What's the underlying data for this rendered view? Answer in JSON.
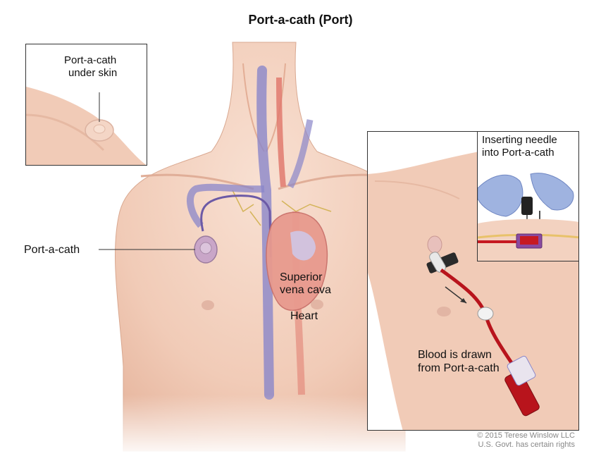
{
  "title": "Port-a-cath (Port)",
  "labels": {
    "inset_topleft": [
      "Port-a-cath",
      "under skin"
    ],
    "main_port": "Port-a-cath",
    "superior_vena_cava": [
      "Superior",
      "vena cava"
    ],
    "heart": "Heart",
    "inset_needle": [
      "Inserting needle",
      "into Port-a-cath"
    ],
    "blood_drawn": [
      "Blood is drawn",
      "from Port-a-cath"
    ]
  },
  "credit": [
    "© 2015 Terese Winslow LLC",
    "U.S. Govt. has certain rights"
  ],
  "colors": {
    "skin": "#f3d2c0",
    "skin_shadow": "#e6b9a3",
    "vein": "#8a86c9",
    "artery": "#e07a6e",
    "port": "#c9a6c8",
    "glove": "#9fb3e0",
    "blood": "#b8141c"
  }
}
